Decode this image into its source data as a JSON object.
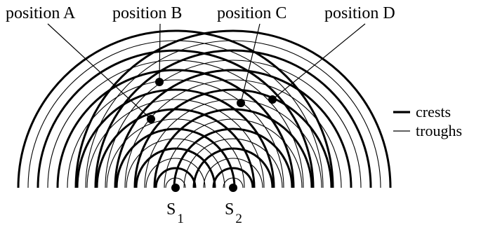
{
  "labels": {
    "position_a": "position A",
    "position_b": "position B",
    "position_c": "position C",
    "position_d": "position D"
  },
  "sources": {
    "s1": {
      "letter": "S",
      "sub": "1"
    },
    "s2": {
      "letter": "S",
      "sub": "2"
    }
  },
  "legend": {
    "crests": "crests",
    "troughs": "troughs"
  },
  "colors": {
    "ink": "#000000",
    "background": "#ffffff"
  }
}
